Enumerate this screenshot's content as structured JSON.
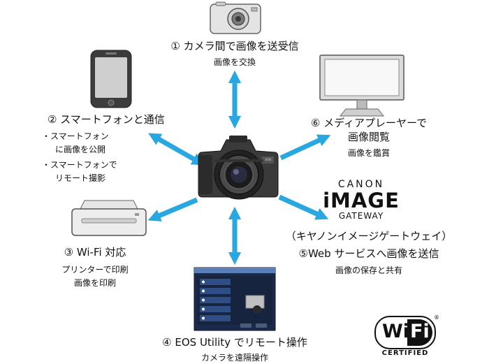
{
  "cam": {
    "title": "① カメラ間で画像を送受信",
    "sub": "画像を交換"
  },
  "phone": {
    "title": "② スマートフォンと通信",
    "b1a": "・スマートフォン",
    "b1b": "に画像を公開",
    "b2a": "・スマートフォンで",
    "b2b": "リモート撮影"
  },
  "printer": {
    "title": "③ Wi-Fi 対応",
    "sub1": "プリンターで印刷",
    "sub2": "画像を印刷"
  },
  "eos": {
    "title": "④ EOS Utility でリモート操作",
    "sub": "カメラを遠隔操作"
  },
  "web": {
    "logo_top": "CANON",
    "logo_main": "iMAGE",
    "logo_bottom": "GATEWAY",
    "kana": "（キヤノンイメージゲートウェイ）",
    "title": "⑤Web サービスへ画像を送信",
    "sub": "画像の保存と共有"
  },
  "media": {
    "title1": "⑥ メディアプレーヤーで",
    "title2": "画像閲覧",
    "sub": "画像を鑑賞"
  },
  "wifi": {
    "wi": "Wi",
    "fi": "Fi",
    "reg": "®",
    "cert": "CERTIFIED"
  },
  "colors": {
    "arrow": "#29a7e1"
  }
}
